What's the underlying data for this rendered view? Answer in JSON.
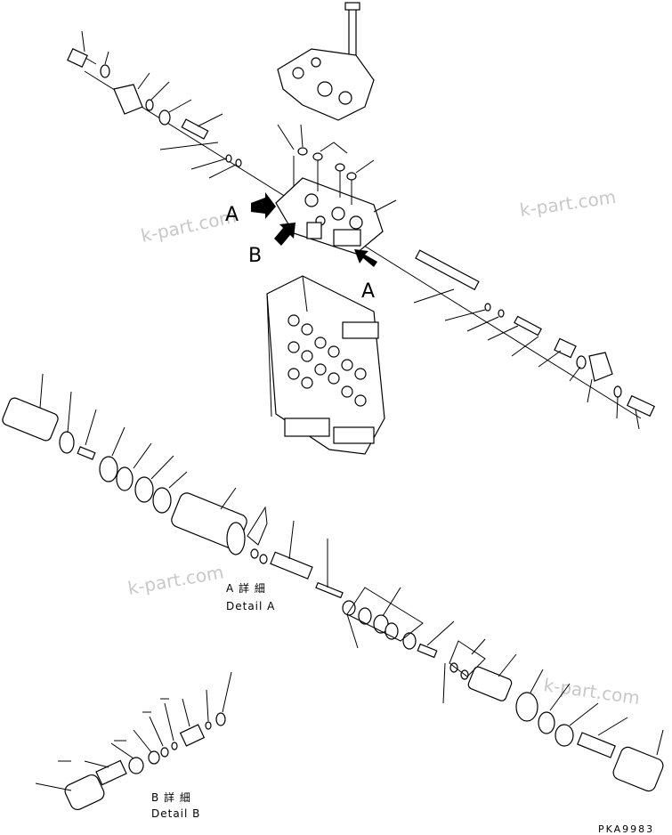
{
  "drawing_code": "PKA9983",
  "watermarks": [
    "k-part.com",
    "k-part.com",
    "k-part.com",
    "k-part.com"
  ],
  "view_labels": {
    "a_top": "A",
    "b": "B",
    "a_bottom": "A"
  },
  "details": {
    "a_line1": "A 詳 細",
    "a_line2": "Detail A",
    "b_line1": "B 詳 細",
    "b_line2": "Detail B"
  },
  "colors": {
    "ink": "#000000",
    "watermark": "#c8c8c8",
    "paper": "#ffffff"
  }
}
